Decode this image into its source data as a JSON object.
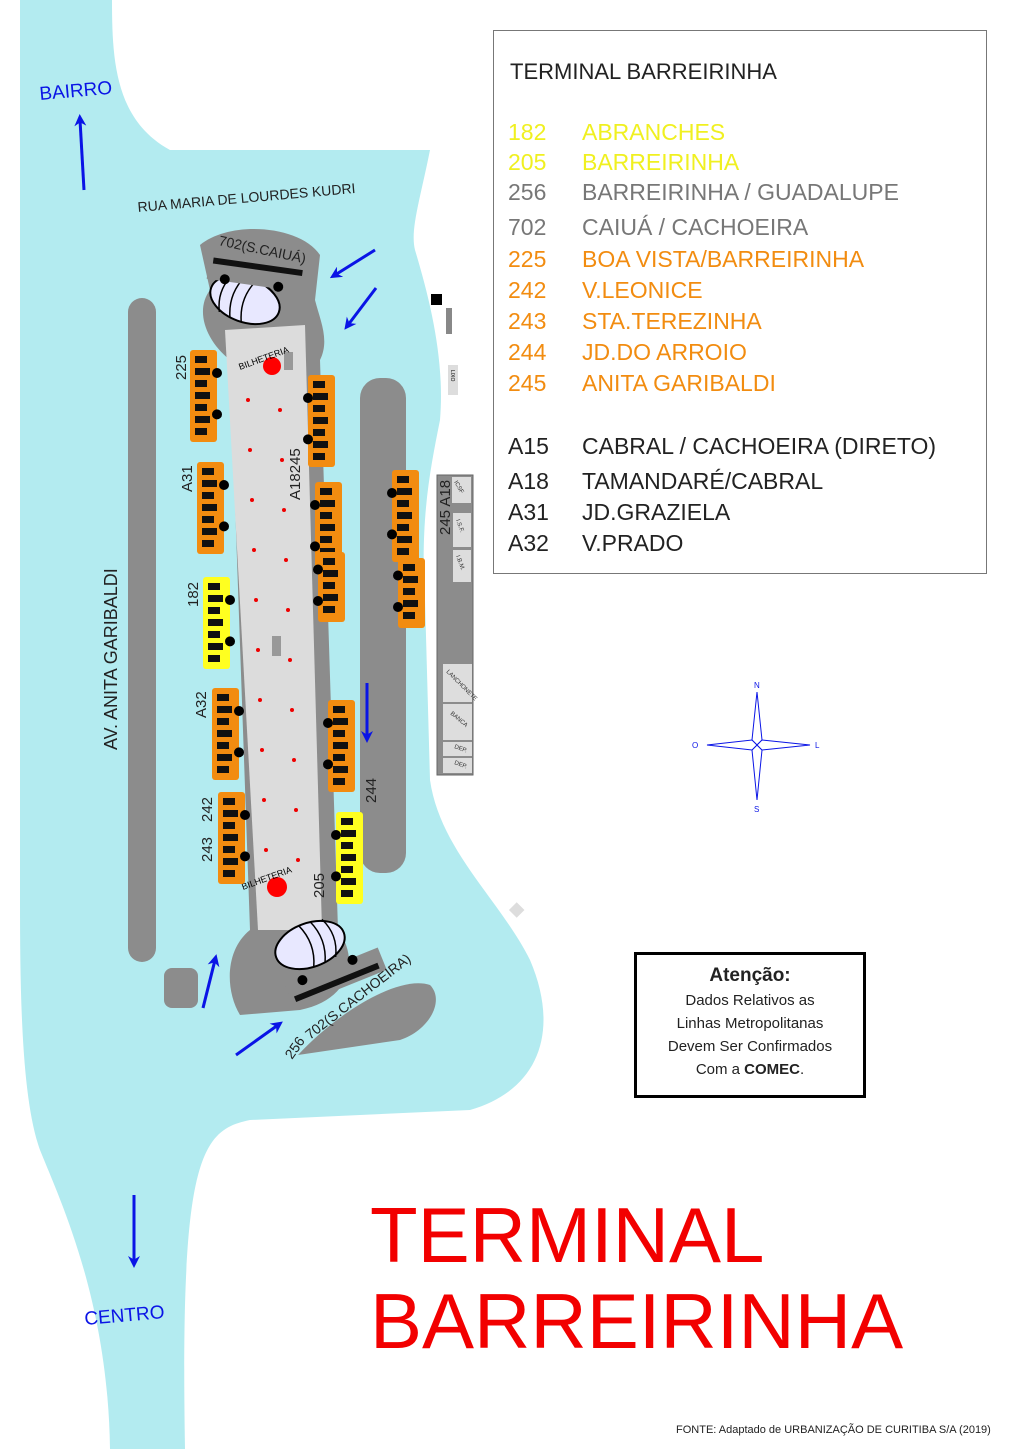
{
  "map": {
    "directions": {
      "top": "BAIRRO",
      "bottom": "CENTRO"
    },
    "streets": {
      "top": "RUA MARIA DE LOURDES KUDRI",
      "left": "AV. ANITA GARIBALDI"
    },
    "platform_labels": {
      "ticket_top": "BILHETERIA",
      "ticket_bottom": "BILHETERIA",
      "bus_top": "702(S.CAIUÁ)",
      "bus_bottom": "702(S.CACHOEIRA)",
      "bus_bottom_256": "256"
    },
    "bay_labels": {
      "b225": "225",
      "bA31": "A31",
      "b182": "182",
      "bA32": "A32",
      "b242": "242",
      "b243": "243",
      "bA18245": "A18245",
      "b244": "244",
      "b205": "205",
      "b245A18": "245 A18"
    },
    "kiosks": {
      "lixo": "LIXO",
      "k1": "ICSF",
      "k2": "I.S.F.",
      "k3": "I.B.M.",
      "k4": "LANCHONETE",
      "k5": "BANCA",
      "k6": "DEP.",
      "k7": "DEP."
    },
    "compass": {
      "n": "N",
      "s": "S",
      "e": "L",
      "w": "O"
    },
    "colors": {
      "road": "#b3ebf0",
      "island": "#8c8c8c",
      "platform": "#dcdcdc",
      "bus_orange": "#f28c10",
      "bus_yellow": "#ffff20",
      "arrow": "#0a14e6"
    }
  },
  "legend": {
    "title": "TERMINAL BARREIRINHA",
    "lines": [
      {
        "code": "182",
        "name": "ABRANCHES",
        "color": "#f0f020"
      },
      {
        "code": "205",
        "name": "BARREIRINHA",
        "color": "#f0f020"
      },
      {
        "code": "256",
        "name": "BARREIRINHA / GUADALUPE",
        "color": "#777777"
      },
      {
        "code": "702",
        "name": "CAIUÁ / CACHOEIRA",
        "color": "#777777"
      },
      {
        "code": "225",
        "name": "BOA VISTA/BARREIRINHA",
        "color": "#f28c10"
      },
      {
        "code": "242",
        "name": "V.LEONICE",
        "color": "#f28c10"
      },
      {
        "code": "243",
        "name": "STA.TEREZINHA",
        "color": "#f28c10"
      },
      {
        "code": "244",
        "name": "JD.DO ARROIO",
        "color": "#f28c10"
      },
      {
        "code": "245",
        "name": "ANITA GARIBALDI",
        "color": "#f28c10"
      }
    ],
    "metro_lines": [
      {
        "code": "A15",
        "name": "CABRAL / CACHOEIRA (DIRETO)"
      },
      {
        "code": "A18",
        "name": "TAMANDARÉ/CABRAL"
      },
      {
        "code": "A31",
        "name": "JD.GRAZIELA"
      },
      {
        "code": "A32",
        "name": "V.PRADO"
      }
    ]
  },
  "attention": {
    "heading": "Atenção:",
    "l1": "Dados Relativos as",
    "l2": "Linhas Metropolitanas",
    "l3": "Devem Ser Confirmados",
    "l4_pre": "Com a ",
    "l4_bold": "COMEC",
    "l4_post": "."
  },
  "title": {
    "line1": "TERMINAL",
    "line2": "BARREIRINHA"
  },
  "source": "FONTE: Adaptado de URBANIZAÇÃO DE CURITIBA S/A (2019)"
}
